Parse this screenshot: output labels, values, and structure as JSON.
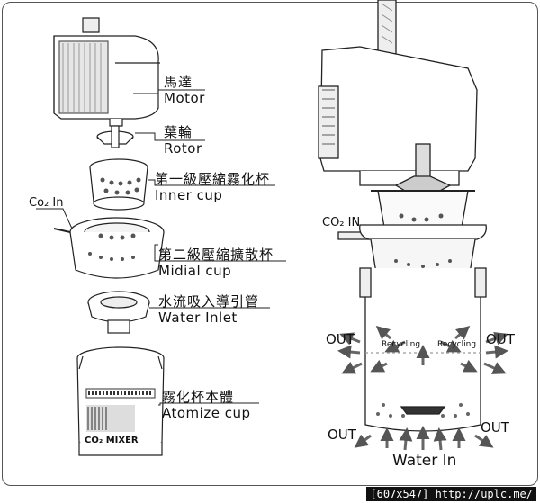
{
  "labels": {
    "motor_zh": "馬達",
    "motor_en": "Motor",
    "rotor_zh": "葉輪",
    "rotor_en": "Rotor",
    "inner_zh": "第一級壓縮霧化杯",
    "inner_en": "Inner cup",
    "midial_zh": "第二級壓縮擴散杯",
    "midial_en": "Midial cup",
    "inlet_zh": "水流吸入導引管",
    "inlet_en": "Water Inlet",
    "atomize_zh": "霧化杯本體",
    "atomize_en": "Atomize cup",
    "co2_in_left": "Co₂ In",
    "co2_in_right": "CO₂ IN",
    "out_tl": "OUT",
    "out_tr": "OUT",
    "out_bl": "OUT",
    "out_br": "OUT",
    "recycling_l": "Recycling",
    "recycling_r": "Recycling",
    "water_in": "Water In",
    "mixer_text": "CO₂ MIXER"
  },
  "footer": "[607x547] http://uplc.me/"
}
